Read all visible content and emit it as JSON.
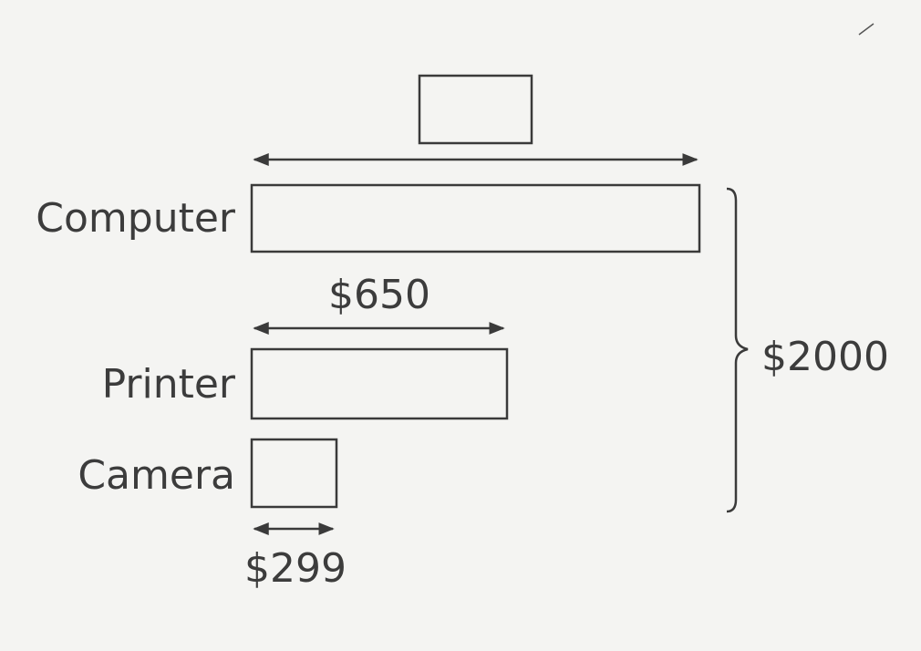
{
  "diagram": {
    "items": [
      {
        "name": "Computer"
      },
      {
        "name": "Printer",
        "price_label": "$650",
        "price": 650
      },
      {
        "name": "Camera",
        "price_label": "$299",
        "price": 299
      }
    ],
    "total_label": "$2000",
    "total": 2000,
    "colors": {
      "ink": "#3a3a3a",
      "paper": "#f4f4f2"
    }
  }
}
